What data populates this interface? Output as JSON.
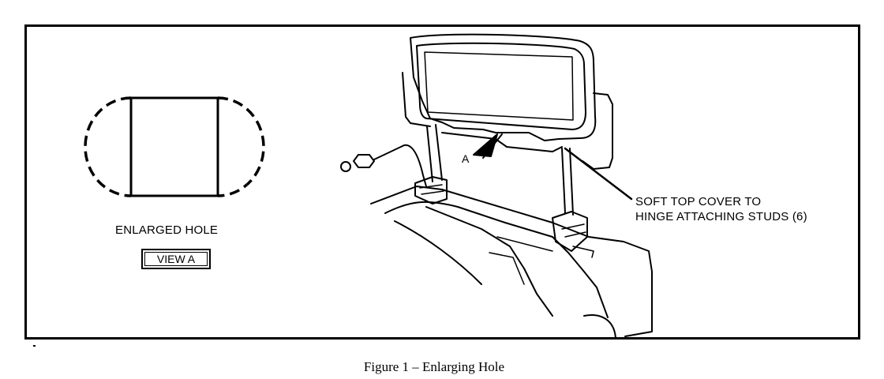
{
  "figure": {
    "enlarged_hole_label": "ENLARGED HOLE",
    "view_label": "VIEW A",
    "view_marker": "A",
    "callout_line1": "SOFT TOP COVER TO",
    "callout_line2": "HINGE ATTACHING STUDS (6)",
    "caption": "Figure 1 – Enlarging Hole"
  }
}
